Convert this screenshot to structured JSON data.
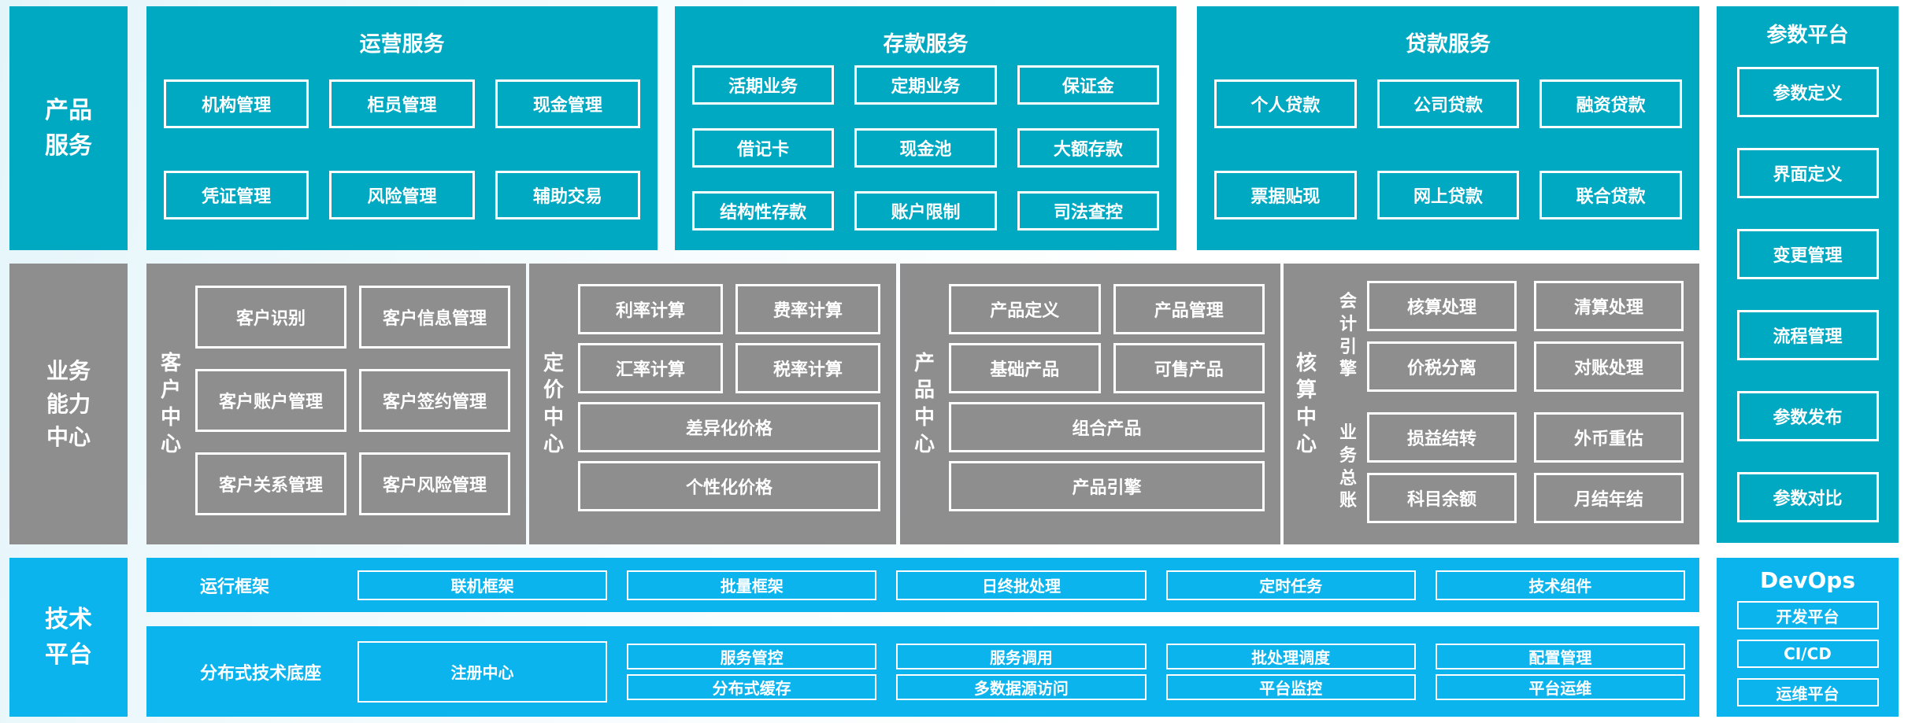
{
  "palette": {
    "teal": "#00a9c2",
    "gray": "#8e8e8e",
    "blue": "#0cb4ee",
    "text": "#ffffff"
  },
  "product_services": {
    "sidebar_label": "产品\n服务",
    "operations": {
      "title": "运营服务",
      "items": [
        "机构管理",
        "柜员管理",
        "现金管理",
        "凭证管理",
        "风险管理",
        "辅助交易"
      ]
    },
    "deposit": {
      "title": "存款服务",
      "items": [
        "活期业务",
        "定期业务",
        "保证金",
        "借记卡",
        "现金池",
        "大额存款",
        "结构性存款",
        "账户限制",
        "司法查控"
      ]
    },
    "loan": {
      "title": "贷款服务",
      "items": [
        "个人贷款",
        "公司贷款",
        "融资贷款",
        "票据贴现",
        "网上贷款",
        "联合贷款"
      ]
    }
  },
  "parameter_platform": {
    "title": "参数平台",
    "items": [
      "参数定义",
      "界面定义",
      "变更管理",
      "流程管理",
      "参数发布",
      "参数对比"
    ]
  },
  "business_center": {
    "sidebar_label": "业务\n能力\n中心",
    "customer": {
      "label": "客户中心",
      "items": [
        "客户识别",
        "客户信息管理",
        "客户账户管理",
        "客户签约管理",
        "客户关系管理",
        "客户风险管理"
      ]
    },
    "pricing": {
      "label": "定价中心",
      "grid": [
        "利率计算",
        "费率计算",
        "汇率计算",
        "税率计算"
      ],
      "wide": [
        "差异化价格",
        "个性化价格"
      ]
    },
    "product": {
      "label": "产品中心",
      "grid": [
        "产品定义",
        "产品管理",
        "基础产品",
        "可售产品"
      ],
      "wide": [
        "组合产品",
        "产品引擎"
      ]
    },
    "accounting": {
      "label": "核算中心",
      "groups": [
        {
          "label": "会计引擎",
          "items": [
            "核算处理",
            "清算处理",
            "价税分离",
            "对账处理"
          ]
        },
        {
          "label": "业务总账",
          "items": [
            "损益结转",
            "外币重估",
            "科目余额",
            "月结年结"
          ]
        }
      ]
    }
  },
  "tech_platform": {
    "sidebar_label": "技术\n平台",
    "runtime": {
      "label": "运行框架",
      "items": [
        "联机框架",
        "批量框架",
        "日终批处理",
        "定时任务",
        "技术组件"
      ]
    },
    "distributed": {
      "label": "分布式技术底座",
      "registry": "注册中心",
      "columns": [
        [
          "服务管控",
          "分布式缓存"
        ],
        [
          "服务调用",
          "多数据源访问"
        ],
        [
          "批处理调度",
          "平台监控"
        ],
        [
          "配置管理",
          "平台运维"
        ]
      ]
    },
    "devops": {
      "title": "DevOps",
      "items": [
        "开发平台",
        "CI/CD",
        "运维平台"
      ]
    }
  }
}
